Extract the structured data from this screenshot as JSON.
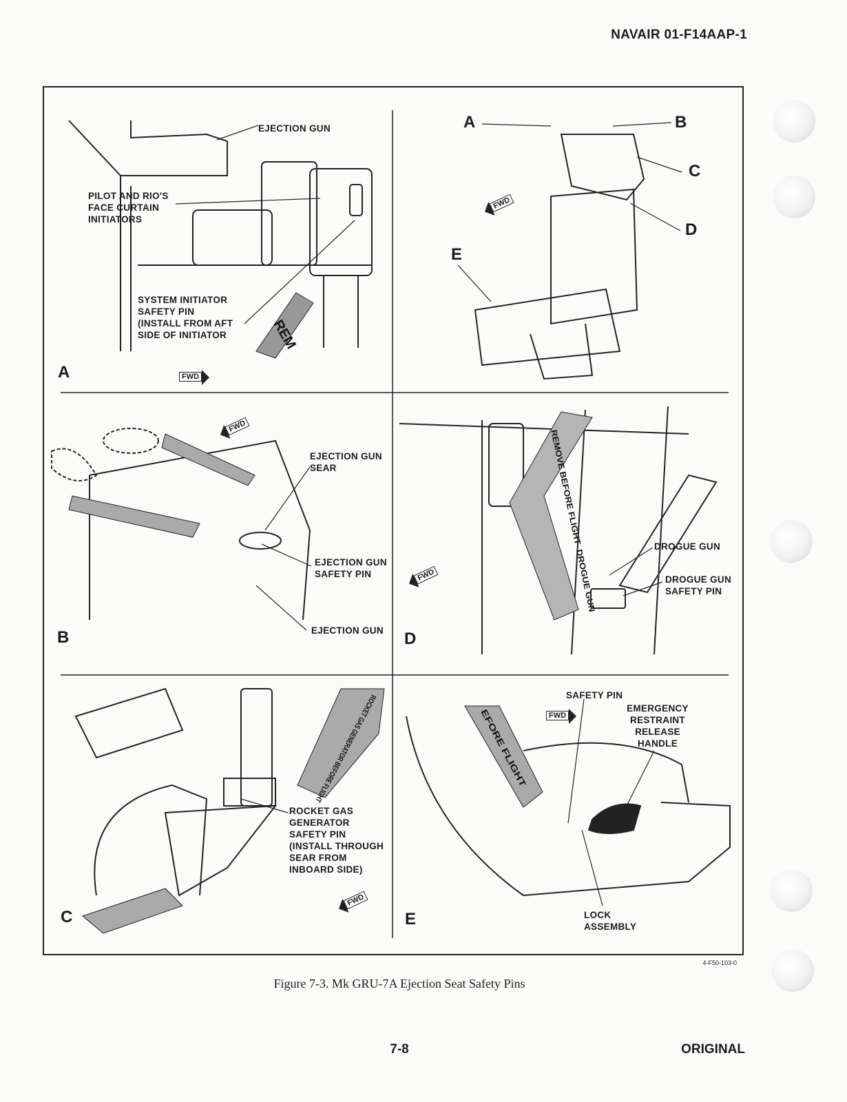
{
  "header": {
    "doc_number": "NAVAIR 01-F14AAP-1"
  },
  "panels": {
    "A": {
      "letter": "A",
      "fwd": "FWD",
      "labels": [
        "EJECTION GUN",
        "PILOT AND RIO'S\nFACE CURTAIN\nINITIATORS",
        "SYSTEM INITIATOR\nSAFETY PIN\n(INSTALL FROM AFT\nSIDE OF INITIATOR"
      ],
      "tag_text": "REM"
    },
    "overview": {
      "fwd": "FWD",
      "callouts": [
        "A",
        "B",
        "C",
        "D",
        "E"
      ]
    },
    "B": {
      "letter": "B",
      "fwd": "FWD",
      "labels": [
        "EJECTION GUN\nSEAR",
        "EJECTION GUN\nSAFETY PIN",
        "EJECTION GUN"
      ]
    },
    "D": {
      "letter": "D",
      "fwd": "FWD",
      "labels": [
        "DROGUE GUN",
        "DROGUE GUN\nSAFETY PIN"
      ],
      "tag_text": "REMOVE BEFORE FLIGHT  DROGUE GUN"
    },
    "C": {
      "letter": "C",
      "fwd": "FWD",
      "labels": [
        "ROCKET GAS\nGENERATOR\nSAFETY PIN\n(INSTALL THROUGH\nSEAR FROM\nINBOARD SIDE)"
      ],
      "tag_text": "ROCKET GAS GENERATOR BEFORE FLIGHT"
    },
    "E": {
      "letter": "E",
      "fwd": "FWD",
      "labels": [
        "SAFETY PIN",
        "EMERGENCY\nRESTRAINT\nRELEASE\nHANDLE",
        "LOCK\nASSEMBLY"
      ],
      "tag_text": "EFORE FLIGHT"
    }
  },
  "figure_id": "4-F50-103-0",
  "caption": "Figure 7-3.  Mk GRU-7A Ejection Seat Safety Pins",
  "footer": {
    "page": "7-8",
    "status": "ORIGINAL"
  }
}
